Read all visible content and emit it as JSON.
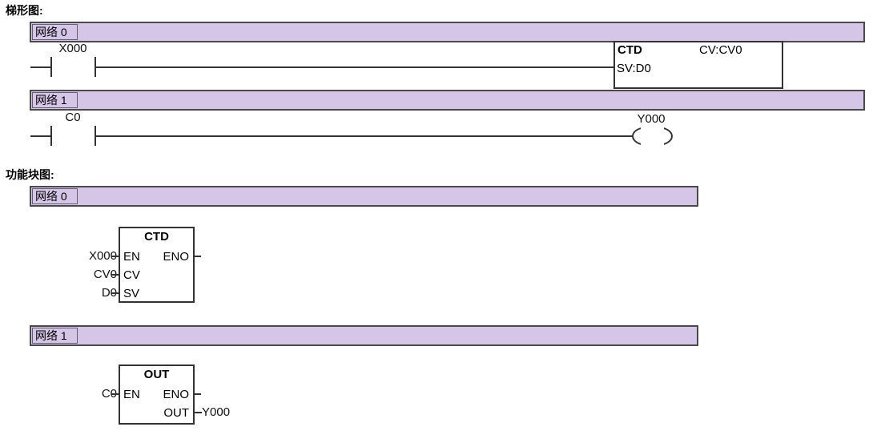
{
  "colors": {
    "network_header_fill": "#d5c6e7",
    "network_header_border": "#4a4a4a",
    "wire": "#333333",
    "text": "#000000",
    "background": "#ffffff"
  },
  "ladder": {
    "section_title": "梯形图:",
    "net0": {
      "header": "网络 0",
      "contact": "X000",
      "block_title": "CTD",
      "block_cv": "CV:CV0",
      "block_sv": "SV:D0"
    },
    "net1": {
      "header": "网络 1",
      "contact": "C0",
      "coil": "Y000"
    }
  },
  "fbd": {
    "section_title": "功能块图:",
    "net0": {
      "header": "网络 0",
      "block": {
        "title": "CTD",
        "en_net": "X000",
        "en_pin": "EN",
        "cv_net": "CV0",
        "cv_pin": "CV",
        "sv_net": "D0",
        "sv_pin": "SV",
        "eno_pin": "ENO"
      }
    },
    "net1": {
      "header": "网络 1",
      "block": {
        "title": "OUT",
        "en_net": "C0",
        "en_pin": "EN",
        "eno_pin": "ENO",
        "out_pin": "OUT",
        "out_net": "Y000"
      }
    }
  }
}
